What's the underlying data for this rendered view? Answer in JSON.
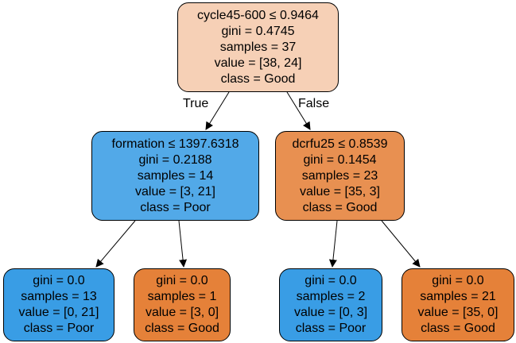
{
  "colors": {
    "root_fill": "#f6d0b6",
    "poor_fill_strong": "#399de5",
    "poor_fill_mid": "#52a9e8",
    "good_fill_strong": "#e58139",
    "good_fill_mid": "#e89051",
    "edge": "#000000"
  },
  "edges": {
    "true_label": "True",
    "false_label": "False"
  },
  "nodes": [
    {
      "id": "root",
      "fill": "#f6d0b6",
      "lines": [
        "cycle45-600 ≤ 0.9464",
        "gini = 0.4745",
        "samples = 37",
        "value = [38, 24]",
        "class = Good"
      ]
    },
    {
      "id": "left",
      "fill": "#52a9e8",
      "lines": [
        "formation ≤ 1397.6318",
        "gini = 0.2188",
        "samples = 14",
        "value = [3, 21]",
        "class = Poor"
      ]
    },
    {
      "id": "right",
      "fill": "#e89051",
      "lines": [
        "dcrfu25 ≤ 0.8539",
        "gini = 0.1454",
        "samples = 23",
        "value = [35, 3]",
        "class = Good"
      ]
    },
    {
      "id": "left-left",
      "fill": "#399de5",
      "lines": [
        "gini = 0.0",
        "samples = 13",
        "value = [0, 21]",
        "class = Poor"
      ]
    },
    {
      "id": "left-right",
      "fill": "#e58139",
      "lines": [
        "gini = 0.0",
        "samples = 1",
        "value = [3, 0]",
        "class = Good"
      ]
    },
    {
      "id": "right-left",
      "fill": "#399de5",
      "lines": [
        "gini = 0.0",
        "samples = 2",
        "value = [0, 3]",
        "class = Poor"
      ]
    },
    {
      "id": "right-right",
      "fill": "#e58139",
      "lines": [
        "gini = 0.0",
        "samples = 21",
        "value = [35, 0]",
        "class = Good"
      ]
    }
  ]
}
